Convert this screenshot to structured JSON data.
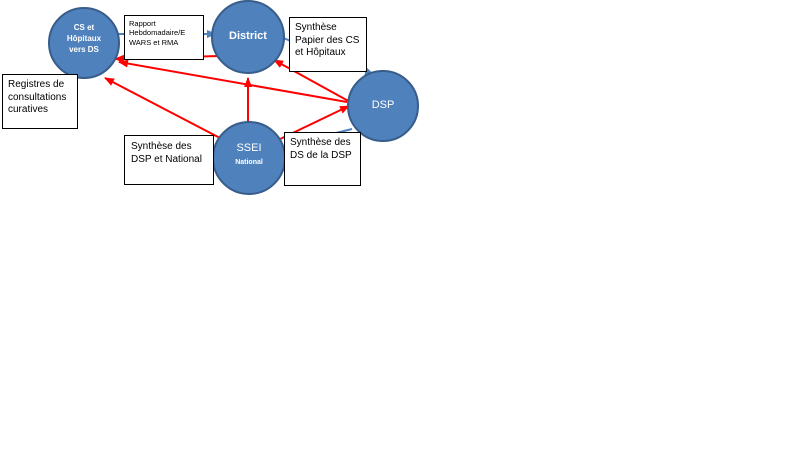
{
  "diagram": {
    "colors": {
      "node_fill": "#4f81bd",
      "node_stroke": "#385d8a",
      "blue_arrow": "#4f81bd",
      "red_arrow": "#ff0000"
    },
    "nodes": {
      "cs": "CS et\nHôpitaux\nvers DS",
      "district": "District",
      "dsp": "DSP",
      "ssei_main": "SSEI",
      "ssei_sub": "National"
    },
    "boxes": {
      "rapport": "Rapport\nHebdomadaire/E\nWARS et RMA",
      "registres": "Registres de\nconsultations\ncuratives",
      "synthese_papier": "Synthèse\nPapier des CS\net Hôpitaux",
      "synthese_dsp_nat": "Synthèse des\nDSP et National",
      "synthese_ds": "Synthèse des\nDS de la DSP"
    }
  }
}
